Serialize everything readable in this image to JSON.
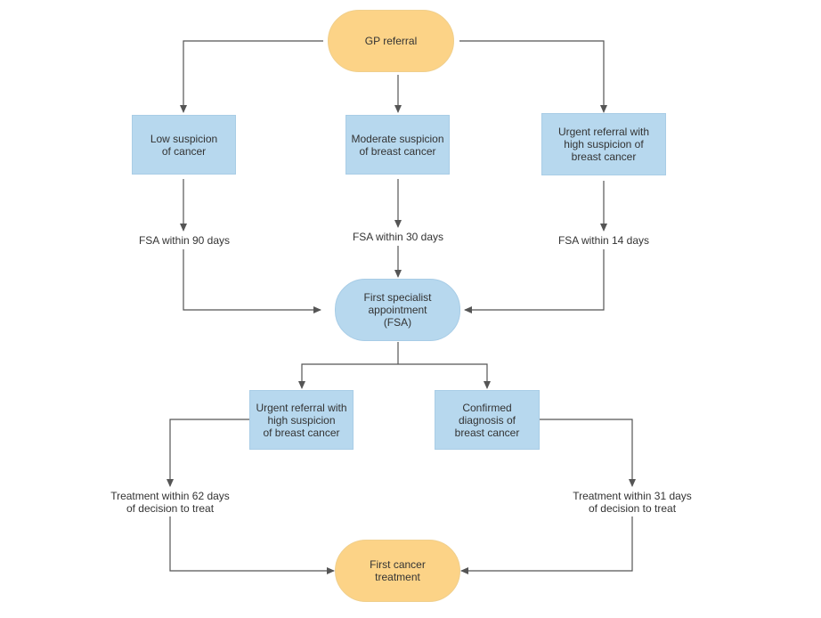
{
  "nodes": {
    "gp_referral": "GP referral",
    "low_suspicion": "Low suspicion\nof cancer",
    "moderate_suspicion": "Moderate suspicion\nof breast cancer",
    "urgent_referral_top": "Urgent referral with\nhigh suspicion of\nbreast cancer",
    "fsa": "First specialist\nappointment\n(FSA)",
    "urgent_referral_bottom": "Urgent referral with\nhigh suspicion\nof breast cancer",
    "confirmed_diagnosis": "Confirmed\ndiagnosis of\nbreast cancer",
    "first_treatment": "First cancer\ntreatment"
  },
  "edge_labels": {
    "fsa_90": "FSA within 90 days",
    "fsa_30": "FSA within 30 days",
    "fsa_14": "FSA within 14 days",
    "treatment_62": "Treatment within 62 days\nof decision to treat",
    "treatment_31": "Treatment within 31 days\nof decision to treat"
  },
  "colors": {
    "terminal_fill": "#fcd387",
    "process_fill": "#b7d8ee",
    "connector": "#555555"
  }
}
